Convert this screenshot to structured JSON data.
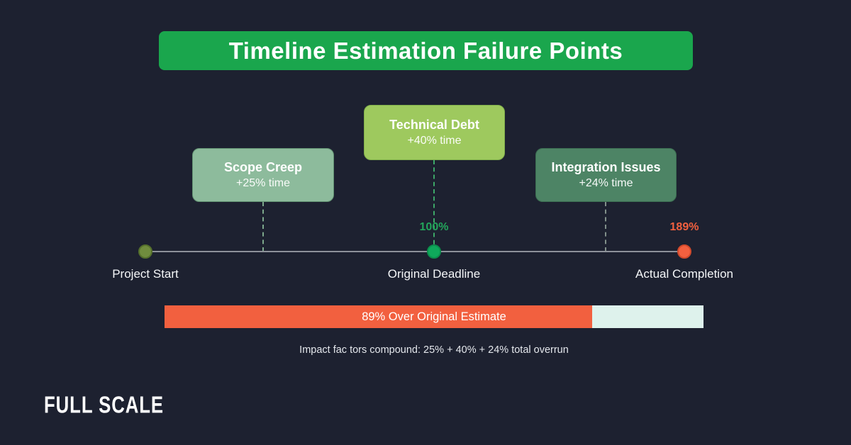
{
  "title": "Timeline Estimation Failure Points",
  "callouts": [
    {
      "title": "Scope Creep",
      "subtitle": "+25% time",
      "color": "#8dbb9c"
    },
    {
      "title": "Technical Debt",
      "subtitle": "+40% time",
      "color": "#9ec95e"
    },
    {
      "title": "Integration Issues",
      "subtitle": "+24% time",
      "color": "#4d8465"
    }
  ],
  "timeline": {
    "milestones": [
      {
        "label": "Project Start",
        "percent": "",
        "dot_color": "#708c3e"
      },
      {
        "label": "Original Deadline",
        "percent": "100%",
        "dot_color": "#0fa95b",
        "percent_color": "#23a55b"
      },
      {
        "label": "Actual Completion",
        "percent": "189%",
        "dot_color": "#f2603f",
        "percent_color": "#f2603f"
      }
    ]
  },
  "progress": {
    "label": "89% Over Original Estimate",
    "fill_percent": 79,
    "fill_color": "#f2603f",
    "track_color": "#def2ec"
  },
  "caption": "Impact fac tors compound: 25% + 40% + 24% total overrun",
  "logo": "FULL SCALE",
  "colors": {
    "background": "#1d2130",
    "banner_green": "#1aa64d",
    "timeline_gray": "#8d919a",
    "accent_orange": "#f2603f",
    "accent_green": "#23a55b"
  }
}
